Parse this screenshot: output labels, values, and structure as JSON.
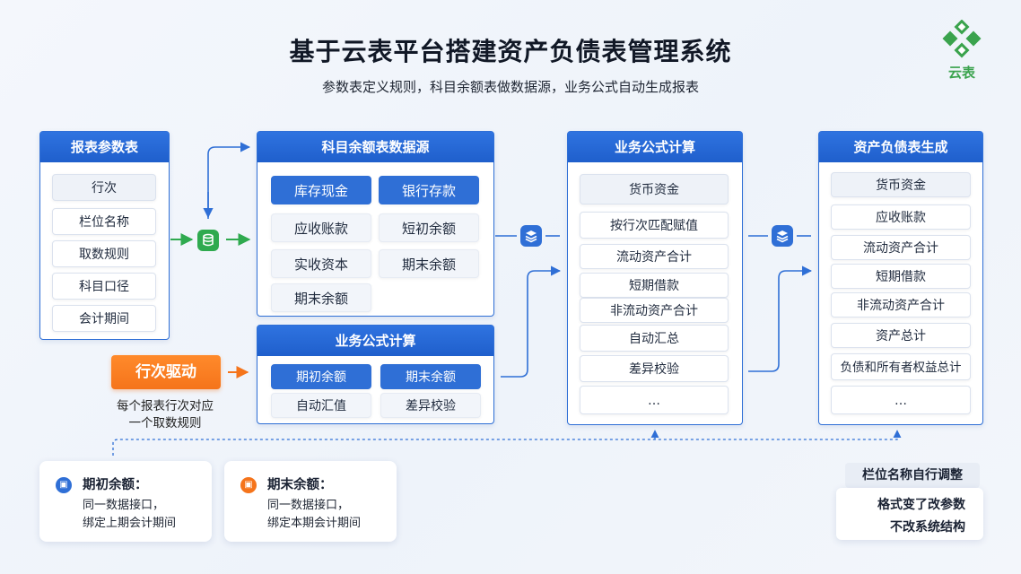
{
  "header": {
    "title": "基于云表平台搭建资产负债表管理系统",
    "subtitle": "参数表定义规则，科目余额表做数据源，业务公式自动生成报表",
    "logo_text": "云表"
  },
  "param_table": {
    "title": "报表参数表",
    "items": [
      "行次",
      "栏位名称",
      "取数规则",
      "科目口径",
      "会计期间"
    ]
  },
  "balance_source": {
    "title": "科目余额表数据源",
    "items": [
      "库存现金",
      "银行存款",
      "应收账款",
      "短初余额",
      "实收资本",
      "期末余额",
      "期末余额"
    ]
  },
  "formula_small": {
    "title": "业务公式计算",
    "items": [
      "期初余额",
      "期末余额",
      "自动汇值",
      "差异校验"
    ]
  },
  "driver": {
    "label": "行次驱动",
    "note_line1": "每个报表行次对应",
    "note_line2": "一个取数规则"
  },
  "formula_main": {
    "title": "业务公式计算",
    "items": [
      "货币资金",
      "按行次匹配赋值",
      "流动资产合计",
      "短期借款",
      "非流动资产合计",
      "自动汇总",
      "差异校验",
      "…"
    ]
  },
  "balance_output": {
    "title": "资产负债表生成",
    "items": [
      "货币资金",
      "应收账款",
      "流动资产合计",
      "短期借款",
      "非流动资产合计",
      "资产总计",
      "负债和所有者权益总计",
      "…"
    ]
  },
  "cards": [
    {
      "title": "期初余额：",
      "line1": "同一数据接口，",
      "line2": "绑定上期会计期间"
    },
    {
      "title": "期末余额：",
      "line1": "同一数据接口，",
      "line2": "绑定本期会计期间"
    }
  ],
  "side_notes": {
    "tag": "栏位名称自行调整",
    "line1": "格式变了改参数",
    "line2": "不改系统结构"
  },
  "colors": {
    "primary_blue": "#2f6fd6",
    "accent_orange": "#f5741b",
    "accent_green": "#2faa4f",
    "background": "#f1f5fb"
  },
  "icons": [
    "database-icon",
    "layers-icon",
    "document-icon",
    "logo-icon"
  ]
}
